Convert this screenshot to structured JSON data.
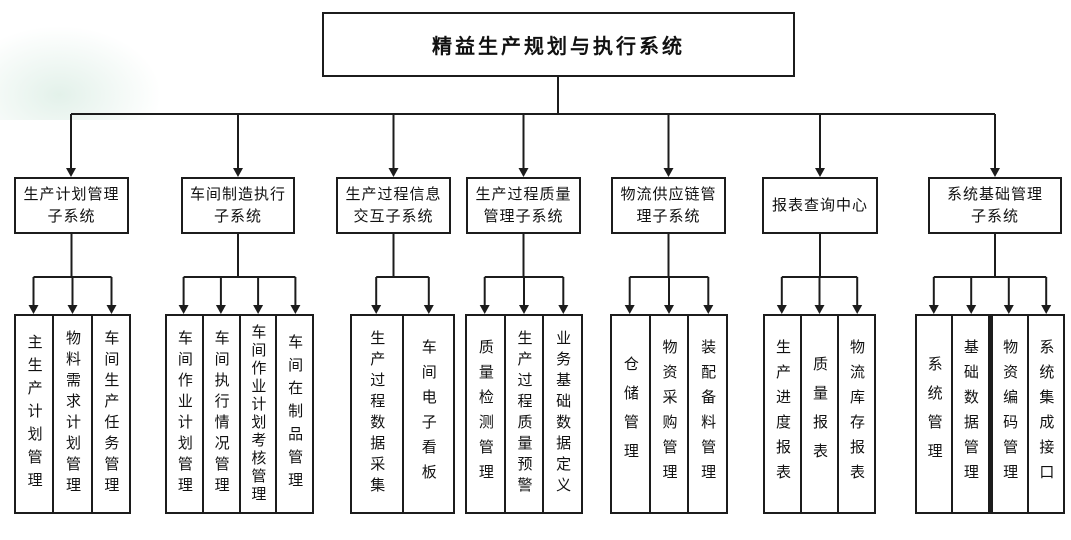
{
  "accent_colors": {
    "line": "#1c1c1c",
    "background": "#ffffff",
    "watermark_tint": "#e3f1ea"
  },
  "tree": {
    "root_label": "精益生产规划与执行系统",
    "sections": [
      {
        "id": "production-planning",
        "lines": [
          "生产计划管理",
          "子系统"
        ],
        "children": [
          "主生产计划管理",
          "物料需求计划管理",
          "车间生产任务管理"
        ]
      },
      {
        "id": "workshop-execution",
        "lines": [
          "车间制造执行",
          "子系统"
        ],
        "children": [
          "车间作业计划管理",
          "车间执行情况管理",
          "车间作业计划考核管理",
          "车间在制品管理"
        ]
      },
      {
        "id": "process-info-interaction",
        "lines": [
          "生产过程信息",
          "交互子系统"
        ],
        "children": [
          "生产过程数据采集",
          "车间电子看板"
        ]
      },
      {
        "id": "process-quality",
        "lines": [
          "生产过程质量",
          "管理子系统"
        ],
        "children": [
          "质量检测管理",
          "生产过程质量预警",
          "业务基础数据定义"
        ]
      },
      {
        "id": "logistics-supply-chain",
        "lines": [
          "物流供应链管",
          "理子系统"
        ],
        "children": [
          "仓储管理",
          "物资采购管理",
          "装配备料管理"
        ]
      },
      {
        "id": "report-center",
        "lines": [
          "报表查询中心"
        ],
        "children": [
          "生产进度报表",
          "质量报表",
          "物流库存报表"
        ]
      },
      {
        "id": "system-foundation",
        "lines": [
          "系统基础管理",
          "子系统"
        ],
        "children": [
          "系统管理",
          "基础数据管理",
          "物资编码管理",
          "系统集成接口"
        ]
      }
    ]
  }
}
